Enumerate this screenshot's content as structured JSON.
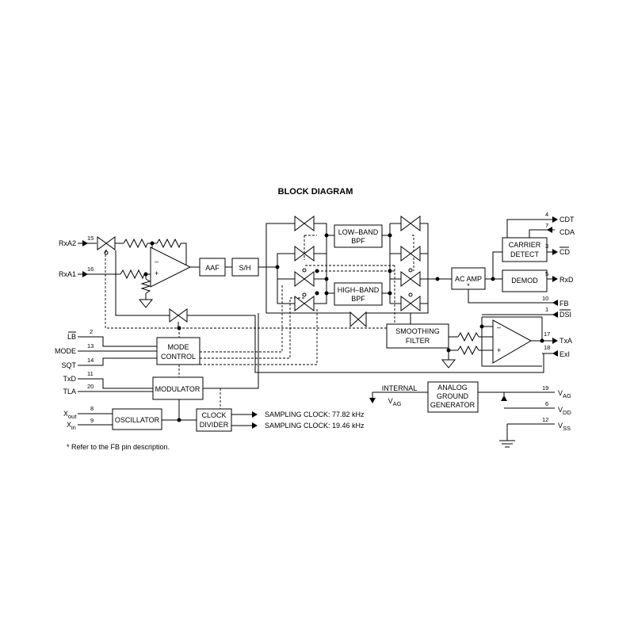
{
  "title": "BLOCK DIAGRAM",
  "blocks": {
    "aaf": "AAF",
    "sh": "S/H",
    "low_band": [
      "LOW–BAND",
      "BPF"
    ],
    "high_band": [
      "HIGH–BAND",
      "BPF"
    ],
    "ac_amp": "AC AMP",
    "ac_amp_note": "*",
    "carrier_detect": [
      "CARRIER",
      "DETECT"
    ],
    "demod": "DEMOD",
    "smoothing": [
      "SMOOTHING",
      "FILTER"
    ],
    "mode_control": [
      "MODE",
      "CONTROL"
    ],
    "modulator": "MODULATOR",
    "oscillator": "OSCILLATOR",
    "clock_divider": [
      "CLOCK",
      "DIVIDER"
    ],
    "analog_ground": [
      "ANALOG",
      "GROUND",
      "GENERATOR"
    ],
    "internal_vag": [
      "INTERNAL",
      "V"
    ],
    "internal_vag_sub": "AG"
  },
  "left_pins": [
    {
      "name": "RxA2",
      "num": "15"
    },
    {
      "name": "RxA1",
      "num": "16"
    },
    {
      "name": "LB",
      "num": "2"
    },
    {
      "name": "MODE",
      "num": "13"
    },
    {
      "name": "SQT",
      "num": "14"
    },
    {
      "name": "TxD",
      "num": "11"
    },
    {
      "name": "TLA",
      "num": "20"
    },
    {
      "name": "X",
      "sub": "out",
      "num": "8"
    },
    {
      "name": "X",
      "sub": "in",
      "num": "9"
    }
  ],
  "right_pins": [
    {
      "name": "CDT",
      "num": "4"
    },
    {
      "name": "CDA",
      "num": "7"
    },
    {
      "name": "CD",
      "num": "3"
    },
    {
      "name": "RxD",
      "num": "5"
    },
    {
      "name": "FB",
      "num": "10"
    },
    {
      "name": "DSI",
      "num": "1"
    },
    {
      "name": "TxA",
      "num": "17"
    },
    {
      "name": "ExI",
      "num": "18"
    },
    {
      "name": "V",
      "sub": "AG",
      "num": "19"
    },
    {
      "name": "V",
      "sub": "DD",
      "num": "6"
    },
    {
      "name": "V",
      "sub": "SS",
      "num": "12"
    }
  ],
  "clock_outputs": [
    "SAMPLING CLOCK: 77.82 kHz",
    "SAMPLING CLOCK: 19.46 kHz"
  ],
  "footnote": "* Refer to the FB pin description."
}
